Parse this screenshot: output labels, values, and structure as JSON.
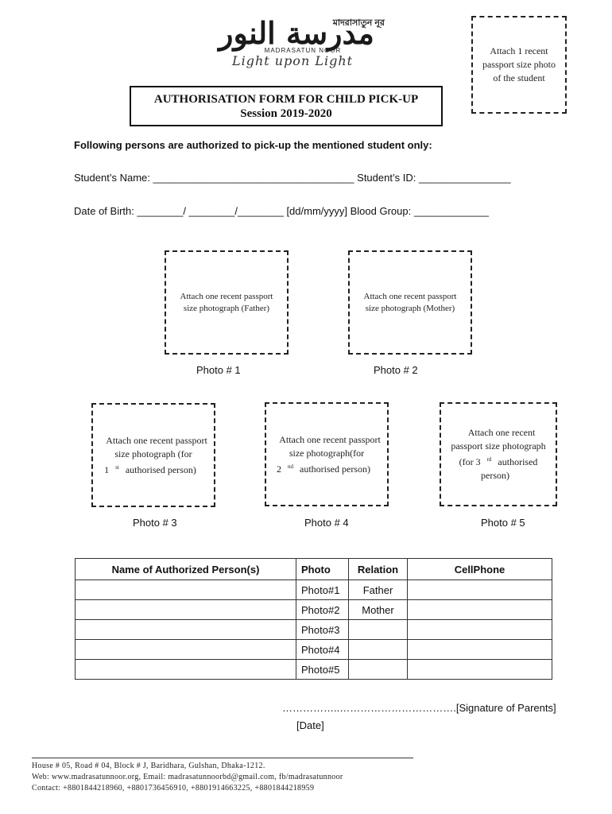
{
  "logo": {
    "arabic": "مدرسة النور",
    "bengali": "মাদরাসাতুন নূর",
    "latin": "MADRASATUN NOOR",
    "tagline": "Light upon Light"
  },
  "top_photo": {
    "text": "Attach 1 recent passport size photo of the student"
  },
  "title": {
    "line1": "AUTHORISATION FORM FOR CHILD PICK-UP",
    "line2": "Session 2019-2020"
  },
  "instruction": "Following persons are authorized to pick-up the mentioned student only:",
  "fields": {
    "student_name": "Student’s Name: ___________________________________ Student’s ID: ________________",
    "dob": "Date of Birth: ________/ ________/________ [dd/mm/yyyy]     Blood Group: _____________"
  },
  "photos": {
    "p1": {
      "text": "Attach one recent passport size photograph (Father)",
      "caption": "Photo # 1"
    },
    "p2": {
      "text": "Attach one recent passport size photograph (Mother)",
      "caption": "Photo # 2"
    },
    "p3": {
      "text_a": "Attach one recent passport size photograph (for 1",
      "sup": "st",
      "text_b": "authorised person)",
      "caption": "Photo # 3"
    },
    "p4": {
      "text_a": "Attach one recent passport size photograph(for 2",
      "sup": "nd",
      "text_b": "authorised person)",
      "caption": "Photo # 4"
    },
    "p5": {
      "text_a": "Attach one recent passport size photograph (for 3",
      "sup": "rd",
      "text_b": "authorised person)",
      "caption": "Photo # 5"
    }
  },
  "table": {
    "headers": [
      "Name of Authorized Person(s)",
      "Photo",
      "Relation",
      "CellPhone"
    ],
    "rows": [
      {
        "name": "",
        "photo": "Photo#1",
        "relation": "Father",
        "phone": ""
      },
      {
        "name": "",
        "photo": "Photo#2",
        "relation": "Mother",
        "phone": ""
      },
      {
        "name": "",
        "photo": "Photo#3",
        "relation": "",
        "phone": ""
      },
      {
        "name": "",
        "photo": "Photo#4",
        "relation": "",
        "phone": ""
      },
      {
        "name": "",
        "photo": "Photo#5",
        "relation": "",
        "phone": ""
      }
    ]
  },
  "signature": {
    "line": "……………..…………………………….[Signature of Parents]",
    "date": "[Date]"
  },
  "footer": {
    "address": "House # 05, Road # 04, Block # J, Baridhara, Gulshan, Dhaka-1212.",
    "web": "Web: www.madrasatunnoor.org, Email: madrasatunnoorbd@gmail.com, fb/madrasatunnoor",
    "contact": "Contact: +8801844218960, +8801736456910, +8801914663225, +8801844218959"
  }
}
